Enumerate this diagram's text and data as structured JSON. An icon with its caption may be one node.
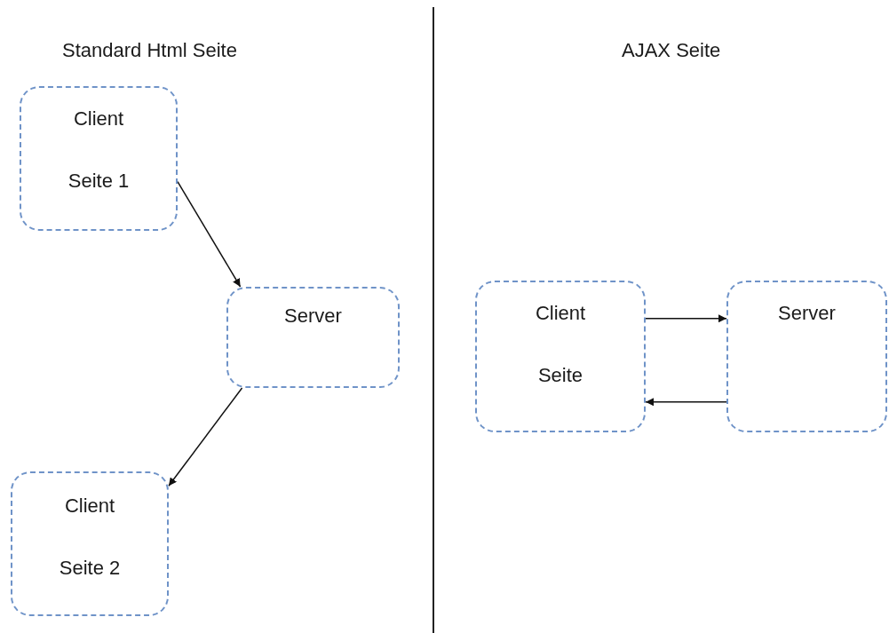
{
  "diagram": {
    "nodes": [
      {
        "text": [
          "Client",
          "Seite 1"
        ]
      },
      {
        "text": [
          "Server"
        ]
      },
      {
        "text": [
          "Client",
          "Seite 2"
        ]
      },
      {
        "text": [
          "Client",
          "Seite"
        ]
      },
      {
        "text": [
          "Server"
        ]
      }
    ],
    "edges": [
      {
        "from": 0,
        "to": 1,
        "arrow": "to"
      },
      {
        "from": 1,
        "to": 2,
        "arrow": "to"
      },
      {
        "from": 3,
        "to": 4,
        "arrow": "to"
      },
      {
        "from": 4,
        "to": 3,
        "arrow": "to"
      }
    ],
    "labels": [
      "Standard Html Seite",
      "AJAX Seite"
    ]
  }
}
